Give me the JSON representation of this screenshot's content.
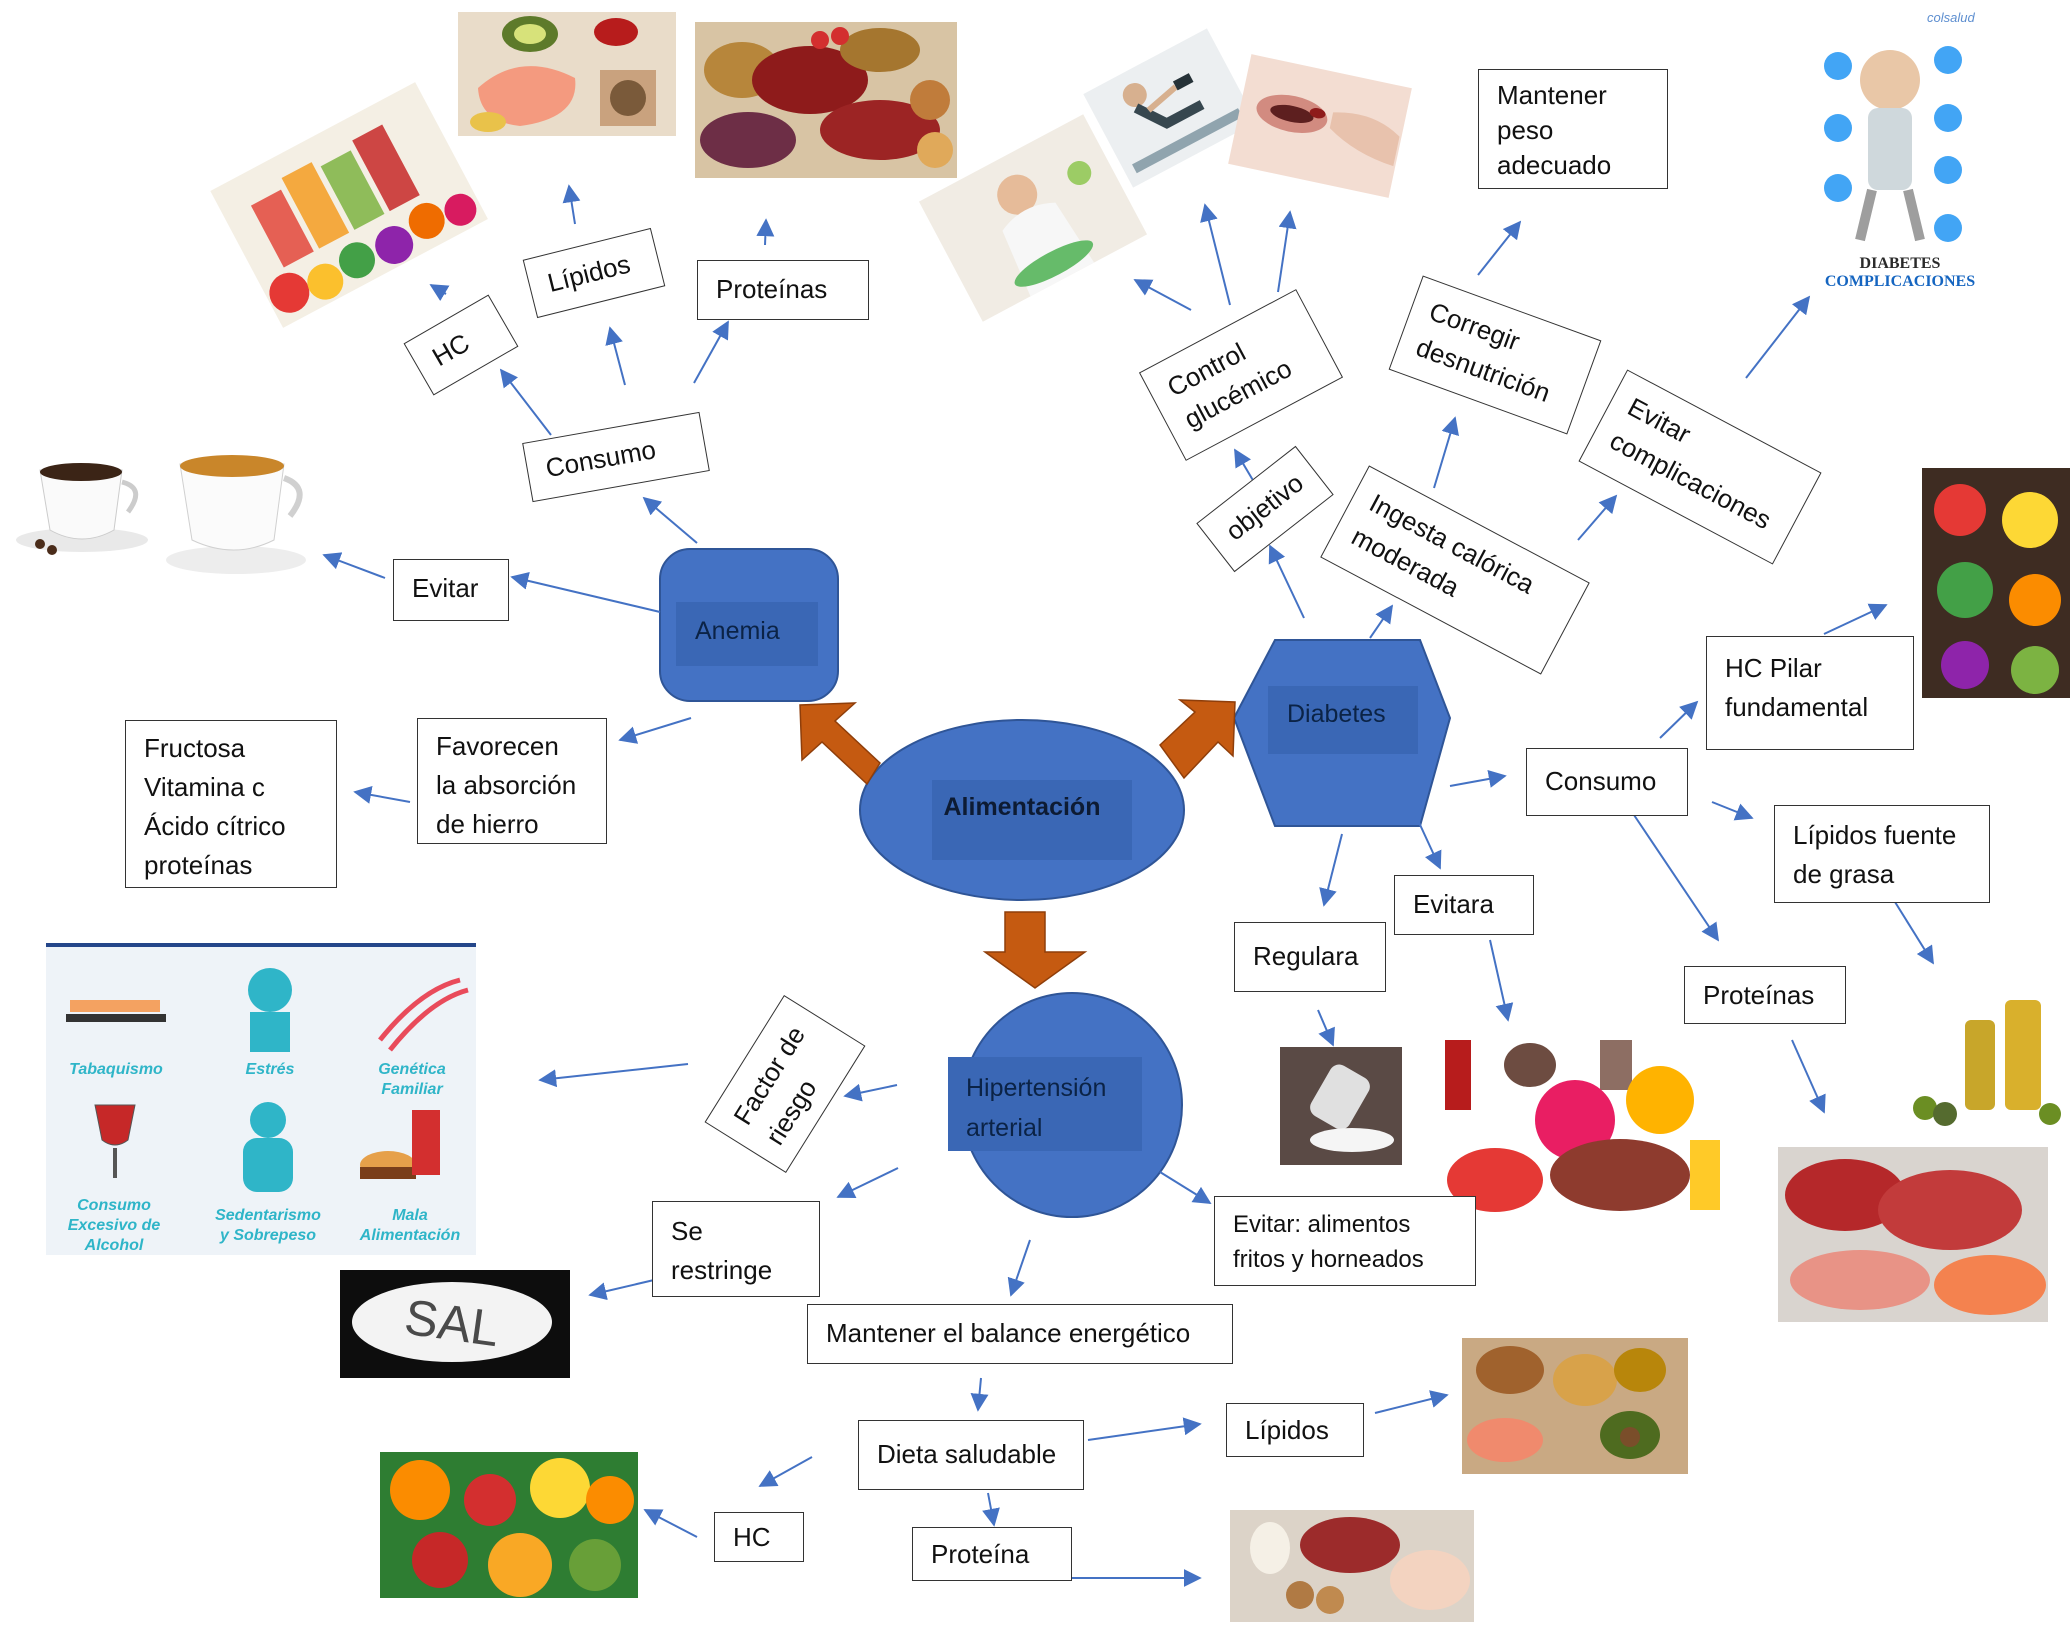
{
  "colors": {
    "node_fill": "#4472C4",
    "node_label_fill": "#2E75B6",
    "node_stroke": "#2F5597",
    "arrow": "#4472C4",
    "big_arrow": "#C55A11"
  },
  "center": "Alimentación",
  "nodes": {
    "anemia": "Anemia",
    "diabetes": "Diabetes",
    "hipertension": "Hipertensión\narterial"
  },
  "anemia": {
    "evitar": "Evitar",
    "consumo": "Consumo",
    "hc": "HC",
    "lipidos": "Lípidos",
    "proteinas": "Proteínas",
    "favorecen": "Favorecen\nla absorción\nde hierro",
    "fructosa": "Fructosa\nVitamina c\nÁcido cítrico\nproteínas"
  },
  "diabetes": {
    "objetivo": "objetivo",
    "control": "Control\nglucémico",
    "ingesta": "Ingesta calórica\nmoderada",
    "corregir": "Corregir\ndesnutrición",
    "mantener": "Mantener\npeso\nadecuado",
    "evitar_comp": "Evitar\ncomplicaciones",
    "consumo": "Consumo",
    "hc_pilar": "HC Pilar\nfundamental",
    "lipidos": "Lípidos fuente\nde grasa",
    "proteinas": "Proteínas",
    "regulara": "Regulara",
    "evitara": "Evitara"
  },
  "hipertension": {
    "factor": "Factor de\nriesgo",
    "restringe": "Se\nrestringe",
    "evitar_alimentos": "Evitar: alimentos\nfritos y horneados",
    "balance": "Mantener el balance energético",
    "dieta": "Dieta saludable",
    "hc": "HC",
    "lipidos": "Lípidos",
    "proteina": "Proteína"
  },
  "images": {
    "sal": "SAL",
    "diabetes_title": "DIABETES",
    "diabetes_subtitle": "COMPLICACIONES",
    "colsalud": "colsalud",
    "risk_factors": [
      "Tabaquismo",
      "Estrés",
      "Genética\nFamiliar",
      "Consumo\nExcesivo de\nAlcohol",
      "Sedentarismo\ny Sobrepeso",
      "Mala\nAlimentación"
    ]
  }
}
